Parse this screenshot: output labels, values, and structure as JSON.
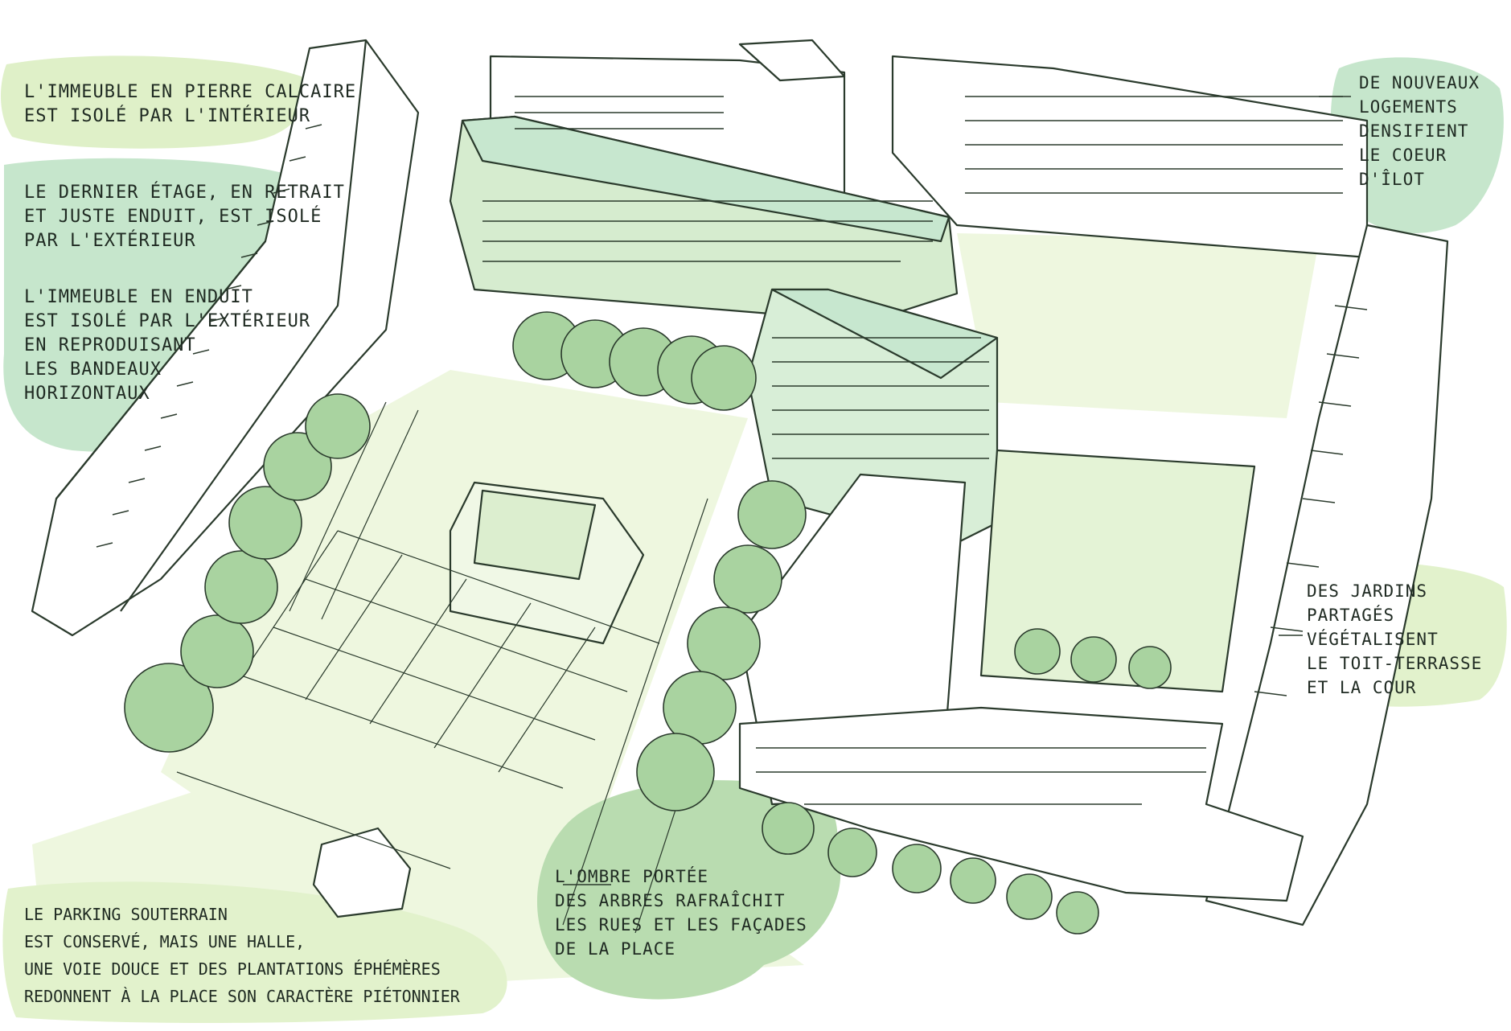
{
  "annotations": {
    "stone_building": {
      "lines": [
        "L'immeuble en pierre calcaire",
        "est isolé par l'intérieur"
      ]
    },
    "top_floor": {
      "lines": [
        "Le dernier étage, en retrait",
        "et juste enduit, est isolé",
        "par l'extérieur"
      ]
    },
    "rendered_building": {
      "lines": [
        "L'immeuble en enduit",
        "est isolé par l'extérieur",
        "en reproduisant",
        "les bandeaux",
        "horizontaux"
      ]
    },
    "new_housing": {
      "lines": [
        "De nouveaux",
        "logements",
        "densifient",
        "le coeur",
        "d'îlot"
      ]
    },
    "gardens": {
      "lines": [
        "Des jardins",
        "partagés",
        "végétalisent",
        "le toit-terrasse",
        "et la cour"
      ]
    },
    "tree_shade": {
      "lines": [
        "L'ombre portée",
        "des arbres rafraîchit",
        "les rues et les façades",
        "de la place"
      ]
    },
    "parking": {
      "lines": [
        "Le parking souterrain",
        "est conservé, mais une halle,",
        "une voie douce et des plantations éphémères",
        "redonnent à la place son caractère piétonnier"
      ]
    }
  },
  "colors": {
    "note_blob": "#cfe8c6",
    "note_blob_alt": "#b8dcc8",
    "ink": "#2a3a2c",
    "ground": "#eef7df",
    "roof_green": "#c7e7cf",
    "tree_fill": "#a9d3a0"
  }
}
